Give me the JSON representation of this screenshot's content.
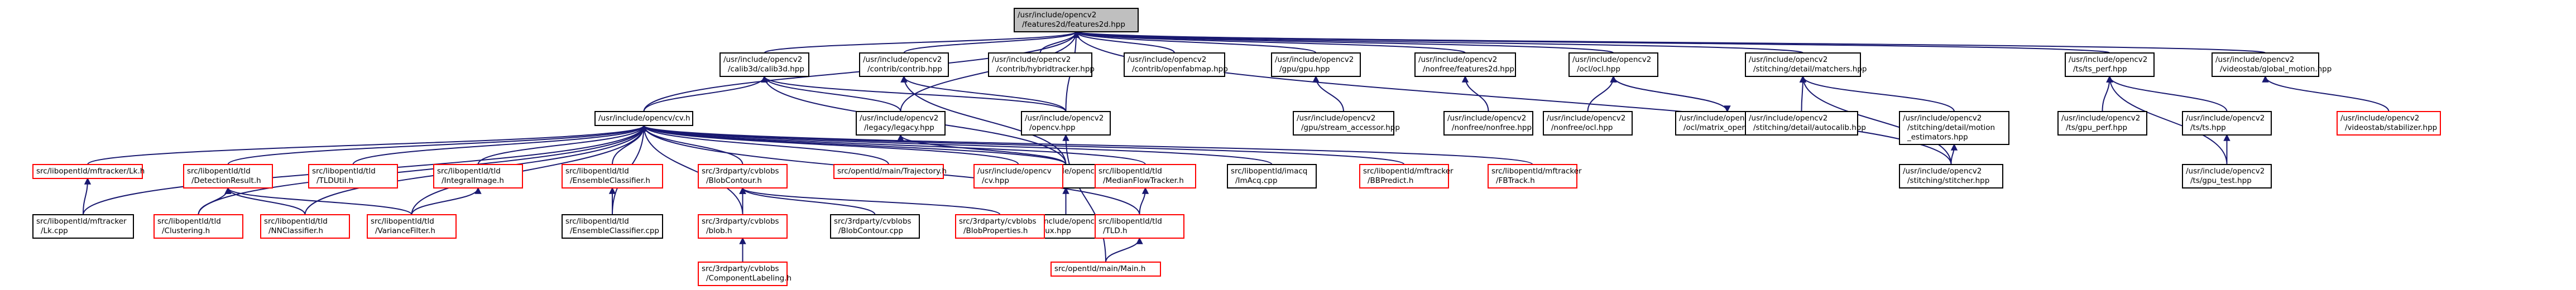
{
  "graph": {
    "nodes": [
      {
        "id": "root",
        "lines": [
          "/usr/include/opencv2",
          "/features2d/features2d.hpp"
        ],
        "style": "root"
      },
      {
        "id": "calib3d",
        "lines": [
          "/usr/include/opencv2",
          "/calib3d/calib3d.hpp"
        ],
        "style": "normal"
      },
      {
        "id": "contrib",
        "lines": [
          "/usr/include/opencv2",
          "/contrib/contrib.hpp"
        ],
        "style": "normal"
      },
      {
        "id": "hybrid",
        "lines": [
          "/usr/include/opencv2",
          "/contrib/hybridtracker.hpp"
        ],
        "style": "normal"
      },
      {
        "id": "openfab",
        "lines": [
          "/usr/include/opencv2",
          "/contrib/openfabmap.hpp"
        ],
        "style": "normal"
      },
      {
        "id": "gpu",
        "lines": [
          "/usr/include/opencv2",
          "/gpu/gpu.hpp"
        ],
        "style": "normal"
      },
      {
        "id": "nonfree",
        "lines": [
          "/usr/include/opencv2",
          "/nonfree/features2d.hpp"
        ],
        "style": "normal"
      },
      {
        "id": "ocl",
        "lines": [
          "/usr/include/opencv2",
          "/ocl/ocl.hpp"
        ],
        "style": "normal"
      },
      {
        "id": "matchers",
        "lines": [
          "/usr/include/opencv2",
          "/stitching/detail/matchers.hpp"
        ],
        "style": "normal"
      },
      {
        "id": "tsperf",
        "lines": [
          "/usr/include/opencv2",
          "/ts/ts_perf.hpp"
        ],
        "style": "normal"
      },
      {
        "id": "globalmotion",
        "lines": [
          "/usr/include/opencv2",
          "/videostab/global_motion.hpp"
        ],
        "style": "normal"
      },
      {
        "id": "cvh",
        "lines": [
          "/usr/include/opencv/cv.h"
        ],
        "style": "normal"
      },
      {
        "id": "legacy",
        "lines": [
          "/usr/include/opencv2",
          "/legacy/legacy.hpp"
        ],
        "style": "normal"
      },
      {
        "id": "opencvhpp",
        "lines": [
          "/usr/include/opencv2",
          "/opencv.hpp"
        ],
        "style": "normal"
      },
      {
        "id": "streamacc",
        "lines": [
          "/usr/include/opencv2",
          "/gpu/stream_accessor.hpp"
        ],
        "style": "normal"
      },
      {
        "id": "nonfreehpp",
        "lines": [
          "/usr/include/opencv2",
          "/nonfree/nonfree.hpp"
        ],
        "style": "normal"
      },
      {
        "id": "oclhpp",
        "lines": [
          "/usr/include/opencv2",
          "/nonfree/ocl.hpp"
        ],
        "style": "normal"
      },
      {
        "id": "matrixops",
        "lines": [
          "/usr/include/opencv2",
          "/ocl/matrix_operations.hpp"
        ],
        "style": "normal"
      },
      {
        "id": "autocalib",
        "lines": [
          "/usr/include/opencv2",
          "/stitching/detail/autocalib.hpp"
        ],
        "style": "normal"
      },
      {
        "id": "motionest",
        "lines": [
          "/usr/include/opencv2",
          "/stitching/detail/motion",
          "_estimators.hpp"
        ],
        "style": "normal"
      },
      {
        "id": "stitcher",
        "lines": [
          "/usr/include/opencv2",
          "/stitching/stitcher.hpp"
        ],
        "style": "normal"
      },
      {
        "id": "gpuperf",
        "lines": [
          "/usr/include/opencv2",
          "/ts/gpu_perf.hpp"
        ],
        "style": "normal"
      },
      {
        "id": "tshpp",
        "lines": [
          "/usr/include/opencv2",
          "/ts/ts.hpp"
        ],
        "style": "normal"
      },
      {
        "id": "gputest",
        "lines": [
          "/usr/include/opencv2",
          "/ts/gpu_test.hpp"
        ],
        "style": "normal"
      },
      {
        "id": "stabilizer",
        "lines": [
          "/usr/include/opencv2",
          "/videostab/stabilizer.hpp"
        ],
        "style": "red"
      },
      {
        "id": "cvauxh",
        "lines": [
          "/usr/include/opencv",
          "/cvaux.h"
        ],
        "style": "normal"
      },
      {
        "id": "cvauxhpp",
        "lines": [
          "/usr/include/opencv",
          "/cvaux.hpp"
        ],
        "style": "normal"
      },
      {
        "id": "lkh",
        "lines": [
          "src/libopentld/mftracker/Lk.h"
        ],
        "style": "red"
      },
      {
        "id": "detcascade",
        "lines": [
          "src/libopentld/tld",
          "/DetectionResult.h"
        ],
        "style": "red"
      },
      {
        "id": "tldutil",
        "lines": [
          "src/libopentld/tld",
          "/TLDUtil.h"
        ],
        "style": "red"
      },
      {
        "id": "integralimage",
        "lines": [
          "src/libopentld/tld",
          "/IntegralImage.h"
        ],
        "style": "red"
      },
      {
        "id": "ensembleh",
        "lines": [
          "src/libopentld/tld",
          "/EnsembleClassifier.h"
        ],
        "style": "red"
      },
      {
        "id": "blobcontour",
        "lines": [
          "src/3rdparty/cvblobs",
          "/BlobContour.h"
        ],
        "style": "red"
      },
      {
        "id": "trajectory",
        "lines": [
          "src/opentld/main/Trajectory.h"
        ],
        "style": "red"
      },
      {
        "id": "cvhpp",
        "lines": [
          "/usr/include/opencv",
          "/cv.hpp"
        ],
        "style": "red"
      },
      {
        "id": "medianflow",
        "lines": [
          "src/libopentld/tld",
          "/MedianFlowTracker.h"
        ],
        "style": "red"
      },
      {
        "id": "imacq",
        "lines": [
          "src/libopentld/imacq",
          "/ImAcq.cpp"
        ],
        "style": "normal"
      },
      {
        "id": "bbpredict",
        "lines": [
          "src/libopentld/mftracker",
          "/BBPredict.h"
        ],
        "style": "red"
      },
      {
        "id": "fbtrack",
        "lines": [
          "src/libopentld/mftracker",
          "/FBTrack.h"
        ],
        "style": "red"
      },
      {
        "id": "lkcpp",
        "lines": [
          "src/libopentld/mftracker",
          "/Lk.cpp"
        ],
        "style": "normal"
      },
      {
        "id": "clustering",
        "lines": [
          "src/libopentld/tld",
          "/Clustering.h"
        ],
        "style": "red"
      },
      {
        "id": "nnclass",
        "lines": [
          "src/libopentld/tld",
          "/NNClassifier.h"
        ],
        "style": "red"
      },
      {
        "id": "variance",
        "lines": [
          "src/libopentld/tld",
          "/VarianceFilter.h"
        ],
        "style": "red"
      },
      {
        "id": "ensemblecpp",
        "lines": [
          "src/libopentld/tld",
          "/EnsembleClassifier.cpp"
        ],
        "style": "normal"
      },
      {
        "id": "blobh",
        "lines": [
          "src/3rdparty/cvblobs",
          "/blob.h"
        ],
        "style": "red"
      },
      {
        "id": "blobcontourcpp",
        "lines": [
          "src/3rdparty/cvblobs",
          "/BlobContour.cpp"
        ],
        "style": "normal"
      },
      {
        "id": "blobprops",
        "lines": [
          "src/3rdparty/cvblobs",
          "/BlobProperties.h"
        ],
        "style": "red"
      },
      {
        "id": "tldh",
        "lines": [
          "src/libopentld/tld",
          "/TLD.h"
        ],
        "style": "red"
      },
      {
        "id": "complabel",
        "lines": [
          "src/3rdparty/cvblobs",
          "/ComponentLabeling.h"
        ],
        "style": "red"
      },
      {
        "id": "mainh",
        "lines": [
          "src/opentld/main/Main.h"
        ],
        "style": "red"
      }
    ],
    "edges": [
      [
        "root",
        "calib3d"
      ],
      [
        "root",
        "contrib"
      ],
      [
        "root",
        "hybrid"
      ],
      [
        "root",
        "openfab"
      ],
      [
        "root",
        "gpu"
      ],
      [
        "root",
        "nonfree"
      ],
      [
        "root",
        "ocl"
      ],
      [
        "root",
        "matchers"
      ],
      [
        "root",
        "tsperf"
      ],
      [
        "root",
        "globalmotion"
      ],
      [
        "root",
        "cvh"
      ],
      [
        "root",
        "legacy"
      ],
      [
        "root",
        "opencvhpp"
      ],
      [
        "root",
        "stitcher"
      ],
      [
        "calib3d",
        "cvh"
      ],
      [
        "calib3d",
        "legacy"
      ],
      [
        "calib3d",
        "opencvhpp"
      ],
      [
        "calib3d",
        "cvauxh"
      ],
      [
        "contrib",
        "opencvhpp"
      ],
      [
        "contrib",
        "cvauxh"
      ],
      [
        "legacy",
        "cvauxh"
      ],
      [
        "opencvhpp",
        "mainh"
      ],
      [
        "gpu",
        "streamacc"
      ],
      [
        "nonfree",
        "nonfreehpp"
      ],
      [
        "ocl",
        "oclhpp"
      ],
      [
        "ocl",
        "matrixops"
      ],
      [
        "matrixops",
        "ocl"
      ],
      [
        "matchers",
        "autocalib"
      ],
      [
        "matchers",
        "motionest"
      ],
      [
        "matchers",
        "stitcher"
      ],
      [
        "motionest",
        "stitcher"
      ],
      [
        "tsperf",
        "gpuperf"
      ],
      [
        "tsperf",
        "tshpp"
      ],
      [
        "tsperf",
        "gputest"
      ],
      [
        "tshpp",
        "gputest"
      ],
      [
        "globalmotion",
        "stabilizer"
      ],
      [
        "cvauxh",
        "cvauxhpp"
      ],
      [
        "cvh",
        "lkh"
      ],
      [
        "cvh",
        "detcascade"
      ],
      [
        "cvh",
        "tldutil"
      ],
      [
        "cvh",
        "integralimage"
      ],
      [
        "cvh",
        "ensembleh"
      ],
      [
        "cvh",
        "blobcontour"
      ],
      [
        "cvh",
        "trajectory"
      ],
      [
        "cvh",
        "cvhpp"
      ],
      [
        "cvh",
        "medianflow"
      ],
      [
        "cvh",
        "imacq"
      ],
      [
        "cvh",
        "bbpredict"
      ],
      [
        "cvh",
        "fbtrack"
      ],
      [
        "cvh",
        "cvauxh"
      ],
      [
        "cvh",
        "clustering"
      ],
      [
        "cvh",
        "nnclass"
      ],
      [
        "cvh",
        "variance"
      ],
      [
        "cvh",
        "lkcpp"
      ],
      [
        "cvh",
        "ensemblecpp"
      ],
      [
        "cvh",
        "tldh"
      ],
      [
        "cvh",
        "blobh"
      ],
      [
        "lkh",
        "lkcpp"
      ],
      [
        "detcascade",
        "clustering"
      ],
      [
        "detcascade",
        "nnclass"
      ],
      [
        "detcascade",
        "variance"
      ],
      [
        "integralimage",
        "variance"
      ],
      [
        "ensembleh",
        "ensemblecpp"
      ],
      [
        "blobcontour",
        "blobh"
      ],
      [
        "blobcontour",
        "blobcontourcpp"
      ],
      [
        "blobcontour",
        "blobprops"
      ],
      [
        "blobh",
        "complabel"
      ],
      [
        "medianflow",
        "tldh"
      ],
      [
        "tldh",
        "mainh"
      ]
    ]
  }
}
